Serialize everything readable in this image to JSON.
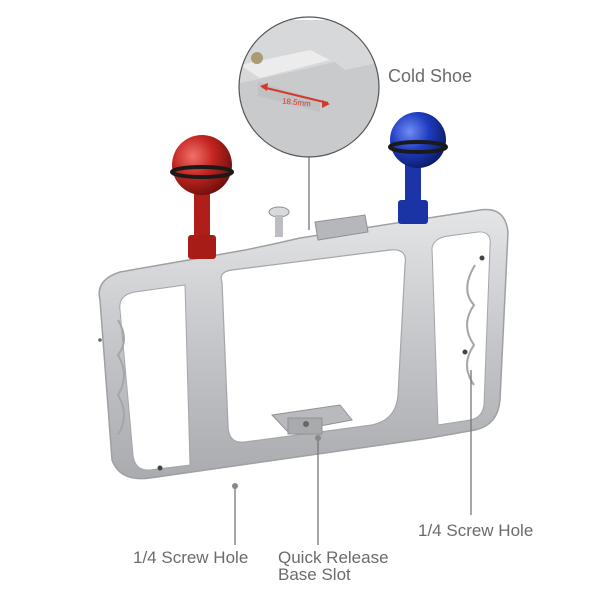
{
  "product": {
    "description": "Aluminum handheld cage/tray with red and blue ball mounts",
    "colors": {
      "frame": "#c9cacc",
      "frame_shadow": "#9ea0a3",
      "red_ball": "#c3241f",
      "blue_ball": "#1f3cc0",
      "label_text": "#6b6b6b",
      "dimension": "#d43a2a"
    }
  },
  "callouts": {
    "cold_shoe": "Cold Shoe",
    "cold_shoe_dimension": "18.5mm",
    "screw_hole_left": "1/4 Screw Hole",
    "quick_release_line1": "Quick Release",
    "quick_release_line2": "Base Slot",
    "screw_hole_right": "1/4 Screw Hole"
  }
}
